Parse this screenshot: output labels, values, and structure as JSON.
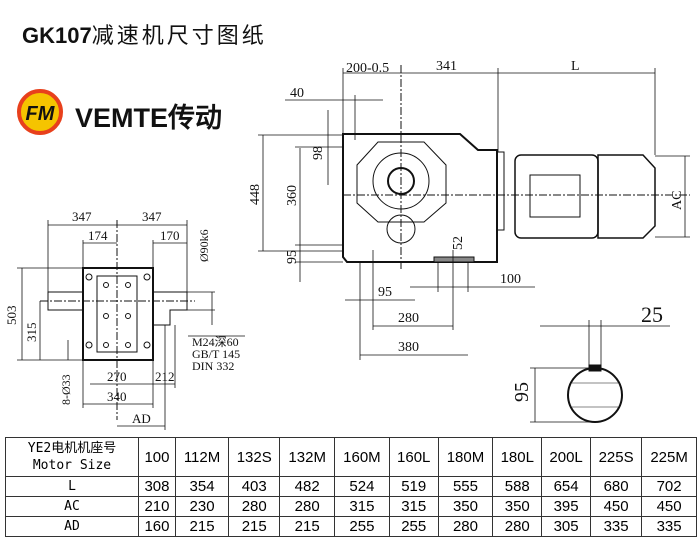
{
  "title": {
    "model": "GK107",
    "text": "减速机尺寸图纸"
  },
  "brand": {
    "name": "VEMTE传动",
    "logo_letters": "FM",
    "logo_colors": {
      "ring": "#e8401c",
      "fill": "#f5c400"
    }
  },
  "left_view": {
    "dims": {
      "w1": "347",
      "w2": "347",
      "a": "174",
      "b": "170",
      "shaft": "Ø90k6",
      "h1": "503",
      "h2": "315",
      "holes": "8-Ø33",
      "c": "270",
      "d": "212",
      "e": "340",
      "ad": "AD"
    },
    "notes": [
      "M24深60",
      "GB/T 145",
      "DIN 332"
    ]
  },
  "front_view": {
    "dims": {
      "top1": "200-0.5",
      "top2": "341",
      "top3": "L",
      "d40": "40",
      "d98": "98",
      "d448": "448",
      "d360": "360",
      "d95": "95",
      "d52": "52",
      "d100": "100",
      "b95": "95",
      "b280": "280",
      "b380": "380",
      "ac": "AC"
    }
  },
  "section": {
    "key_width": "25",
    "height": "95"
  },
  "table": {
    "header_cn": "YE2电机机座号",
    "header_en": "Motor Size",
    "sizes": [
      "100",
      "112M",
      "132S",
      "132M",
      "160M",
      "160L",
      "180M",
      "180L",
      "200L",
      "225S",
      "225M"
    ],
    "rows": [
      {
        "label": "L",
        "values": [
          "308",
          "354",
          "403",
          "482",
          "524",
          "519",
          "555",
          "588",
          "654",
          "680",
          "702"
        ]
      },
      {
        "label": "AC",
        "values": [
          "210",
          "230",
          "280",
          "280",
          "315",
          "315",
          "350",
          "350",
          "395",
          "450",
          "450"
        ]
      },
      {
        "label": "AD",
        "values": [
          "160",
          "215",
          "215",
          "215",
          "255",
          "255",
          "280",
          "280",
          "305",
          "335",
          "335"
        ]
      }
    ]
  }
}
